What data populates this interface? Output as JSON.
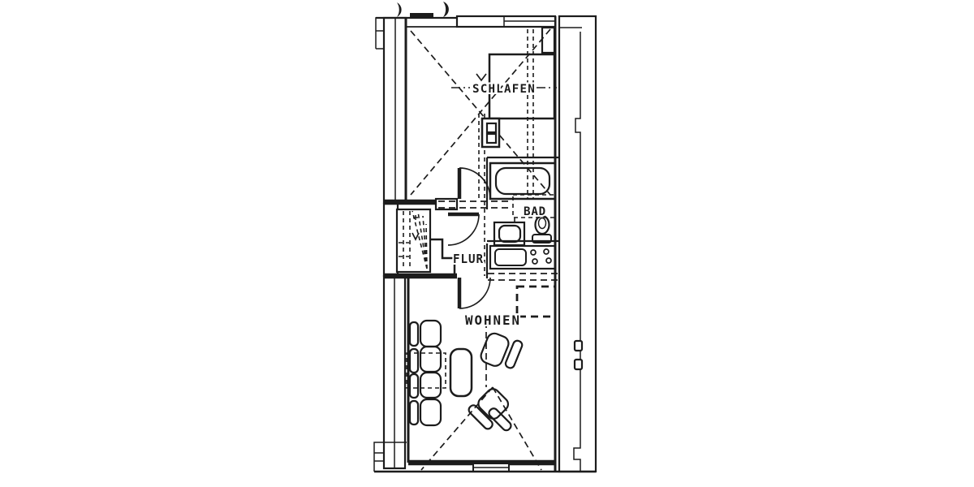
{
  "document": {
    "type": "architectural floor plan",
    "style": "scanned black-ink line drawing on white paper",
    "language": "German"
  },
  "colors": {
    "ink": "#1c1c1c",
    "paper": "#ffffff"
  },
  "rooms": [
    {
      "id": "schlafen",
      "label": "SCHLAFEN"
    },
    {
      "id": "bad",
      "label": "BAD"
    },
    {
      "id": "flur",
      "label": "FLUR"
    },
    {
      "id": "wohnen",
      "label": "WOHNEN"
    }
  ],
  "fixtures": {
    "schlafen": [
      "bed",
      "wardrobe",
      "dresser-with-two-sockets"
    ],
    "bad": [
      "bathtub",
      "toilet",
      "washbasin"
    ],
    "flur": [
      "winder-staircase",
      "door-swing"
    ],
    "kitchen_niche": [
      "kitchen-counter",
      "kitchen-sink",
      "stove-burners",
      "dashed-table"
    ],
    "wohnen": [
      "sofa-cushion-rows",
      "coffee-table",
      "armchair",
      "side-piece",
      "window"
    ],
    "exterior": [
      "roof-hatch-strip-left",
      "roof-hatch-strip-right",
      "entry-door-leaves",
      "window-band",
      "roof-slope-dashed-lines"
    ]
  }
}
